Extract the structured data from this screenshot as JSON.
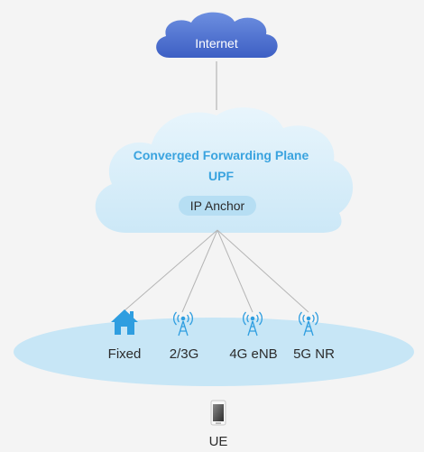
{
  "internet": {
    "label": "Internet"
  },
  "upf_cloud": {
    "title": "Converged Forwarding Plane",
    "subtitle": "UPF",
    "anchor_label": "IP Anchor"
  },
  "access": [
    {
      "label": "Fixed",
      "icon": "house-icon"
    },
    {
      "label": "2/3G",
      "icon": "antenna-icon"
    },
    {
      "label": "4G eNB",
      "icon": "antenna-icon"
    },
    {
      "label": "5G NR",
      "icon": "antenna-icon"
    }
  ],
  "ue": {
    "label": "UE",
    "icon": "phone-icon"
  },
  "colors": {
    "accent": "#3aa3df",
    "internet_cloud": "#4f7fd6",
    "upf_cloud": "#d9eef9",
    "access_ellipse": "#c7e6f6",
    "lines": "#b5b5b5",
    "text": "#2b2b2b"
  }
}
